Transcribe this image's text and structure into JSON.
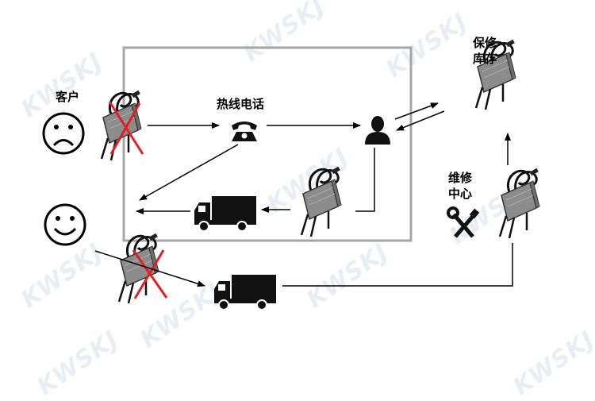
{
  "labels": {
    "customer": "客户",
    "hotline": "热线电话",
    "warranty_stock_line1": "保修",
    "warranty_stock_line2": "库存",
    "repair_center_line1": "维修",
    "repair_center_line2": "中心"
  },
  "watermark": "KWSKJ",
  "colors": {
    "frame": "#a6a6a6",
    "arrow": "#000000",
    "cross": "#e02020",
    "device_body": "#8c8c8c",
    "watermark": "#e9eef5"
  }
}
